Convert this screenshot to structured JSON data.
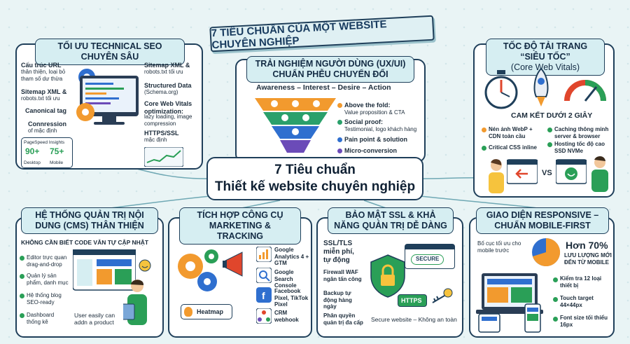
{
  "header": {
    "ribbon": "7 TIÊU CHUẨN CỦA MỘT WEBSITE CHUYÊN NGHIỆP"
  },
  "center": {
    "line1": "7 Tiêu chuẩn",
    "line2": "Thiết kế website chuyên nghiệp"
  },
  "seo": {
    "title": "TỐI ƯU TECHNICAL SEO CHUYÊN SÂU",
    "left": [
      {
        "title": "Cấu trúc URL",
        "desc": "thân thiện, loại bỏ tham số dư thừa"
      },
      {
        "title": "Sitemap XML &",
        "desc": "robots.txt tối ưu"
      },
      {
        "title": "Canonical tag",
        "desc": ""
      },
      {
        "title": "Connression",
        "desc": "of mặc định"
      }
    ],
    "right": [
      {
        "title": "Sitemap XML &",
        "desc": "robots.txt tối ưu"
      },
      {
        "title": "Structured Data",
        "desc": "(Schema.org)"
      },
      {
        "title": "Core Web Vitals optimization:",
        "desc": "lazy loading, image compression"
      },
      {
        "title": "HTTPS/SSL",
        "desc": "mặc định"
      }
    ],
    "pagespeed": {
      "label": "PageSpeed Insights",
      "desktop_score": "90+",
      "desktop_label": "Desktop",
      "mobile_score": "75+",
      "mobile_label": "Mobile"
    }
  },
  "ux": {
    "title": "TRẢI NGHIỆM NGƯỜI DÙNG (UX/UI) CHUẨN PHỄU CHUYỂN ĐỔI",
    "aida": "Awareness – Interest – Desire – Action",
    "points": [
      {
        "title": "Above the fold:",
        "desc": "Value proposition & CTA"
      },
      {
        "title": "Social proof:",
        "desc": "Testimonial, logo khách hàng"
      },
      {
        "title": "Pain point & solution",
        "desc": ""
      },
      {
        "title": "Micro-conversion",
        "desc": ""
      }
    ]
  },
  "speed": {
    "title": "TỐC ĐỘ TẢI TRANG “SIÊU TỐC”",
    "subtitle": "(Core Web Vitals)",
    "commit": "CAM KẾT DƯỚI 2 GIÂY",
    "items": [
      "Nén ảnh WebP + CDN toàn cầu",
      "Caching thông minh server & browser",
      "Critical CSS inline",
      "Hosting tốc độ cao SSD NVMe"
    ],
    "vs": "VS"
  },
  "cms": {
    "title": "HỆ THỐNG QUẢN TRỊ NỘI DUNG (CMS) THÂN THIỆN",
    "subtitle": "KHÔNG CẦN BIẾT CODE VẪN TỰ CẬP NHẬT",
    "items": [
      "Editor trực quan drag-and-drop",
      "Quản lý sản phẩm, danh mục",
      "Hệ thống blog SEO-ready",
      "Dashboard thống kê"
    ],
    "caption": "User easily can addn a product"
  },
  "marketing": {
    "title": "TÍCH HỢP CÔNG CỤ MARKETING & TRACKING",
    "tools": [
      "Google Analytics 4 + GTM",
      "Google Search Console",
      "Facebook Pixel, TikTok Pixel",
      "CRM webhook"
    ],
    "heatmap": "Heatmap"
  },
  "security": {
    "title": "BẢO MẬT SSL & KHẢ NĂNG QUẢN TRỊ DỄ DÀNG",
    "items": [
      "SSL/TLS miễn phí, tự động",
      "Firewall WAF ngăn tấn công",
      "Backup tự động hàng ngày",
      "Phân quyền quản trị đa cấp"
    ],
    "secure_label": "SECURE",
    "https_label": "HTTPS",
    "caption": "Secure website – Không an toàn"
  },
  "responsive": {
    "title": "GIAO DIỆN RESPONSIVE – CHUẨN MOBILE-FIRST",
    "intro": "Bố cục tối ưu cho mobile trước",
    "stat_value": "Hơn 70%",
    "stat_label": "LƯU LƯỢNG MỚI ĐẾN TỪ MOBILE",
    "items": [
      "Kiểm tra 12 loại thiết bị",
      "Touch target 44×44px",
      "Font size tối thiểu 16px"
    ]
  },
  "colors": {
    "navy": "#1f3f5a",
    "teal": "#d6eef2",
    "green": "#2a9f57",
    "orange": "#f29a2e",
    "blue": "#2f6fcf",
    "purple": "#6b4bb8"
  }
}
